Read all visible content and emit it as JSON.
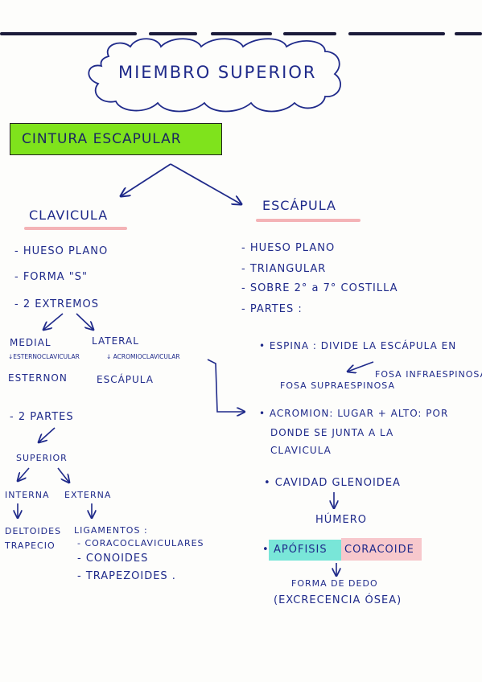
{
  "title": "MIEMBRO SUPERIOR",
  "heading": "CINTURA ESCAPULAR",
  "clavicula": {
    "name": "CLAVICULA",
    "items": [
      "- HUESO PLANO",
      "- FORMA \"S\"",
      "- 2 EXTREMOS"
    ],
    "medial": "MEDIAL",
    "lateral": "LATERAL",
    "medial_joint": "↓ESTERNOCLAVICULAR",
    "lateral_joint": "↓ ACROMIOCLAVICULAR",
    "esternon": "ESTERNON",
    "escapula": "ESCÁPULA",
    "partes": "- 2 PARTES",
    "superior": "SUPERIOR",
    "interna": "INTERNA",
    "externa": "EXTERNA",
    "deltoides": "DELTOIDES",
    "trapecio": "TRAPECIO",
    "ligamentos": "LIGAMENTOS :",
    "lig_items": [
      "- CORACOCLAVICULARES",
      "- CONOIDES",
      "- TRAPEZOIDES ."
    ]
  },
  "escapula": {
    "name": "ESCÁPULA",
    "items": [
      "- HUESO PLANO",
      "- TRIANGULAR",
      "- SOBRE 2° a 7° COSTILLA",
      "- PARTES :"
    ],
    "espina": "• ESPINA : DIVIDE LA ESCÁPULA EN",
    "fosa_infra": "FOSA INFRAESPINOSA",
    "fosa_supra": "FOSA SUPRAESPINOSA",
    "acromion_lines": [
      "• ACROMION: LUGAR + ALTO: POR",
      "DONDE SE JUNTA A LA",
      "CLAVICULA"
    ],
    "cavidad": "• CAVIDAD GLENOIDEA",
    "humero": "HÚMERO",
    "apofisis_bullet": "•",
    "apofisis": "APÓFISIS",
    "coracoide": "CORACOIDE",
    "forma": "FORMA DE DEDO",
    "excrecencia": "(EXCRECENCIA ÓSEA)"
  },
  "colors": {
    "ink": "#1f2a8a",
    "heading_bg": "#7fe31c",
    "underline": "#f4b3b6",
    "highlight_teal": "#79e6d8",
    "highlight_pink": "#f7c8cc"
  }
}
